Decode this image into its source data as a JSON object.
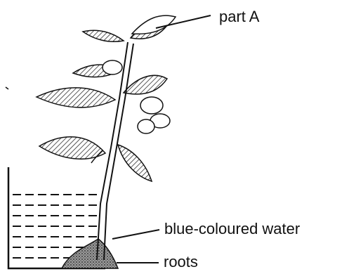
{
  "labels": {
    "part_a": "part A",
    "water": "blue-coloured water",
    "roots": "roots"
  },
  "colors": {
    "ink": "#111111",
    "paper": "#ffffff"
  }
}
